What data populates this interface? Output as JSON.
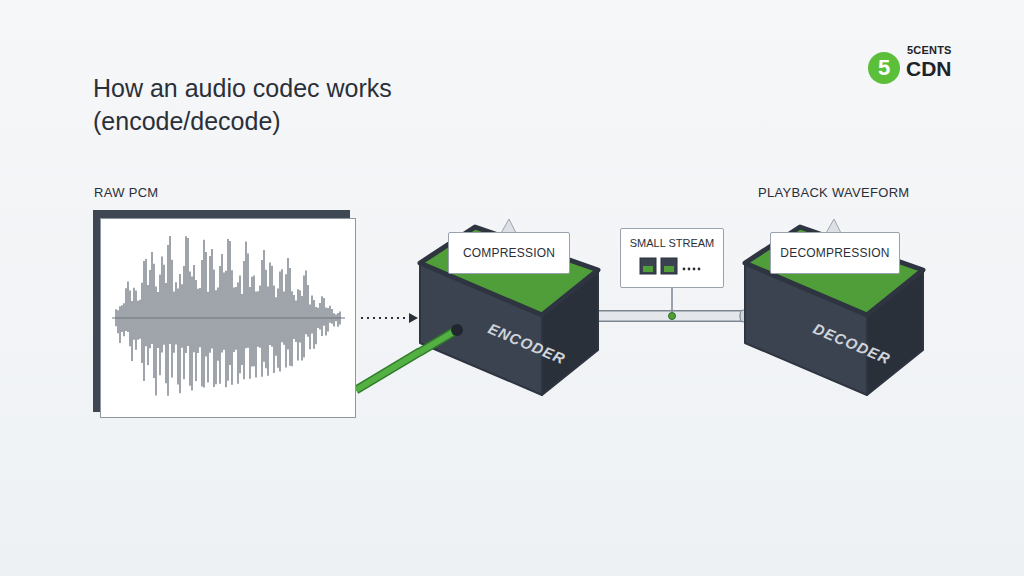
{
  "diagram": {
    "title": "How an audio codec works (encode/decode)",
    "nodes": [
      {
        "text": [
          "RAW PCM"
        ]
      },
      {
        "text": [
          "ENCODER"
        ]
      },
      {
        "text": [
          "COMPRESSION"
        ],
        "in": 1
      },
      {
        "text": [
          "SMALL STREAM"
        ]
      },
      {
        "text": [
          "DECODER"
        ]
      },
      {
        "text": [
          "DECOMPRESSION"
        ],
        "in": 4
      }
    ],
    "edges": [
      {
        "from": 0,
        "to": 1,
        "arrow": "to"
      },
      {
        "from": 0,
        "to": 1,
        "arrow": "none"
      },
      {
        "from": 1,
        "to": 4,
        "arrow": "none"
      }
    ],
    "labels": [
      "PLAYBACK WAVEFORM",
      "5",
      "5CENTS",
      "CDN"
    ]
  }
}
